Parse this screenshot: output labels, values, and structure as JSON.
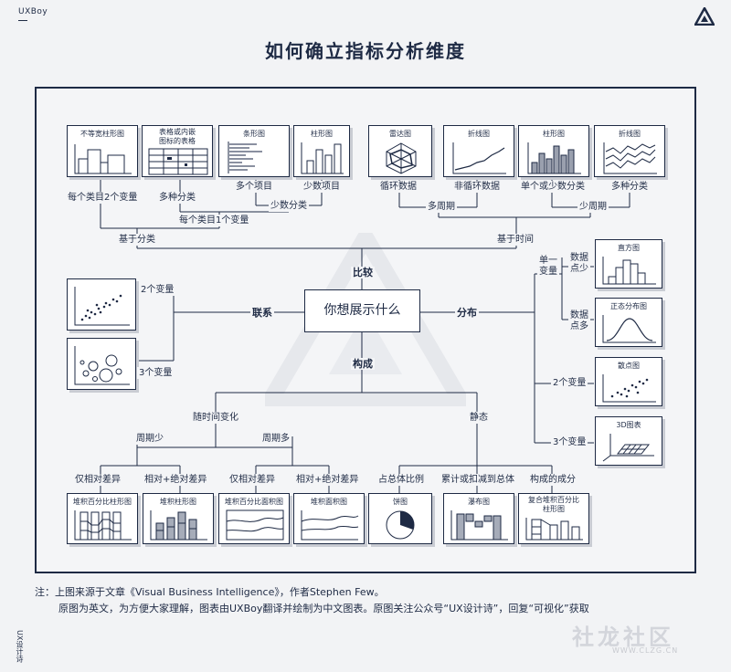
{
  "brand": "UXBoy",
  "title": "如何确立指标分析维度",
  "center": "你想展示什么",
  "main_branches": {
    "compare": "比较",
    "relation": "联系",
    "distribution": "分布",
    "composition": "构成"
  },
  "cards_top": [
    {
      "title": "不等宽柱形图"
    },
    {
      "title": "表格或内嵌\n图标的表格"
    },
    {
      "title": "条形图"
    },
    {
      "title": "柱形图"
    },
    {
      "title": "雷达图"
    },
    {
      "title": "折线图"
    },
    {
      "title": "柱形图"
    },
    {
      "title": "折线图"
    }
  ],
  "top_labels": {
    "l1": "每个类目2个变量",
    "l2": "多种分类",
    "l3": "多个项目",
    "l4": "少数项目",
    "l5": "循环数据",
    "l6": "非循环数据",
    "l7": "单个或少数分类",
    "l8": "多种分类",
    "few_cat": "少数分类",
    "many_period": "多周期",
    "few_period": "少周期",
    "one_var_per": "每个类目1个变量",
    "by_cat": "基于分类",
    "by_time": "基于时间"
  },
  "relation": {
    "two": "2个变量",
    "three": "3个变量"
  },
  "distribution": {
    "single": "单一\n变量",
    "few": "数据\n点少",
    "many": "数据\n点多",
    "two": "2个变量",
    "three": "3个变量",
    "cards": [
      {
        "title": "直方图"
      },
      {
        "title": "正态分布图"
      },
      {
        "title": "散点图"
      },
      {
        "title": "3D图表"
      }
    ]
  },
  "composition": {
    "over_time": "随时间变化",
    "static": "静态",
    "few_period": "周期少",
    "many_period": "周期多",
    "rel1": "仅相对差异",
    "abs1": "相对+绝对差异",
    "rel2": "仅相对差异",
    "abs2": "相对+绝对差异",
    "share": "占总体比例",
    "accum": "累计或扣减到总体",
    "parts": "构成的成分",
    "cards": [
      {
        "title": "堆积百分比柱形图"
      },
      {
        "title": "堆积柱形图"
      },
      {
        "title": "堆积百分比面积图"
      },
      {
        "title": "堆积面积图"
      },
      {
        "title": "饼图"
      },
      {
        "title": "瀑布图"
      },
      {
        "title": "复合堆积百分比\n柱形图"
      }
    ]
  },
  "note": {
    "line1": "注：上图来源于文章《Visual Business Intelligence》，作者Stephen Few。",
    "line2": "原图为英文，为方便大家理解，图表由UXBoy翻译并绘制为中文图表。原图关注公众号“UX设计诗”，回复“可视化”获取"
  },
  "side_text": "UX设计诗",
  "watermark": "社龙社区",
  "watermark_url": "WWW.CLZG.CN"
}
